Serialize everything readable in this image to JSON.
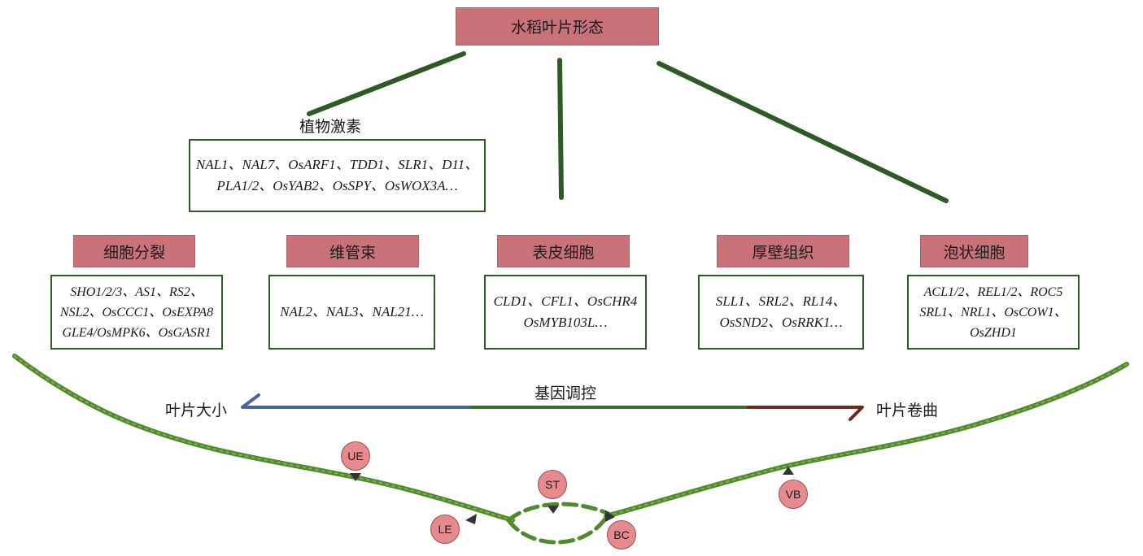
{
  "root": {
    "label": "水稻叶片形态"
  },
  "hormone": {
    "label": "植物激素",
    "genes_line1": "NAL1、NAL7、OsARF1、TDD1、SLR1、D11、",
    "genes_line2": "PLA1/2、OsYAB2、OsSPY、OsWOX3A…"
  },
  "categories": [
    {
      "label": "细胞分裂",
      "genes": [
        "SHO1/2/3、AS1、RS2、",
        "NSL2、OsCCC1、OsEXPA8",
        "GLE4/OsMPK6、OsGASR1"
      ]
    },
    {
      "label": "维管束",
      "genes": [
        "NAL2、NAL3、NAL21…"
      ]
    },
    {
      "label": "表皮细胞",
      "genes": [
        "CLD1、CFL1、OsCHR4",
        "OsMYB103L…"
      ]
    },
    {
      "label": "厚壁组织",
      "genes": [
        "SLL1、SRL2、RL14、",
        "OsSND2、OsRRK1…"
      ]
    },
    {
      "label": "泡状细胞",
      "genes": [
        "ACL1/2、REL1/2、ROC5",
        "SRL1、NRL1、OsCOW1、",
        "OsZHD1"
      ]
    }
  ],
  "regulation": {
    "center_label": "基因调控",
    "left_label": "叶片大小",
    "right_label": "叶片卷曲",
    "colors": {
      "left": "#4a62a0",
      "middle": "#3c6a2c",
      "right": "#6a2a22"
    }
  },
  "markers": [
    {
      "label": "UE"
    },
    {
      "label": "LE"
    },
    {
      "label": "ST"
    },
    {
      "label": "BC"
    },
    {
      "label": "VB"
    }
  ],
  "colors": {
    "box_fill": "#c9727a",
    "line": "#2f5a27",
    "leaf": "#4f8a2e",
    "marker_fill": "#e78a8e"
  }
}
